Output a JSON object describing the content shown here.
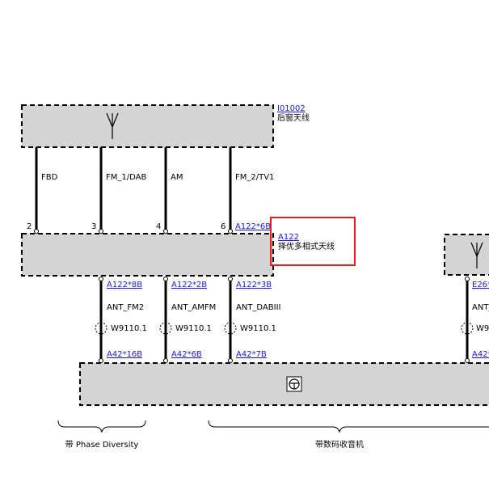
{
  "antenna_box": {
    "link": "I01002",
    "name": "后窗天线"
  },
  "wires_top": [
    {
      "label": "FBD",
      "pin": "2"
    },
    {
      "label": "FM_1/DAB",
      "pin": "3"
    },
    {
      "label": "AM",
      "pin": "4"
    },
    {
      "label": "FM_2/TV1",
      "pin": "6",
      "connector": "A122*6B"
    }
  ],
  "diversity_box": {
    "link": "A122",
    "name": "择优多相式天线"
  },
  "wires_bottom": [
    {
      "top_connector": "A122*8B",
      "label": "ANT_FM2",
      "shield": "W9110.1",
      "bottom_connector": "A42*16B"
    },
    {
      "top_connector": "A122*2B",
      "label": "ANT_AMFM",
      "shield": "W9110.1",
      "bottom_connector": "A42*6B"
    },
    {
      "top_connector": "A122*3B",
      "label": "ANT_DABIII",
      "shield": "W9110.1",
      "bottom_connector": "A42*7B"
    }
  ],
  "right_partial": {
    "top_connector": "E26*",
    "label": "ANT_",
    "shield": "W9",
    "bottom_connector": "A42*"
  },
  "brackets": {
    "left": "带 Phase Diversity",
    "right": "带数码收音机"
  },
  "colors": {
    "box_fill": "#d4d4d4",
    "link": "#1a1ad6",
    "highlight": "#e02020"
  }
}
